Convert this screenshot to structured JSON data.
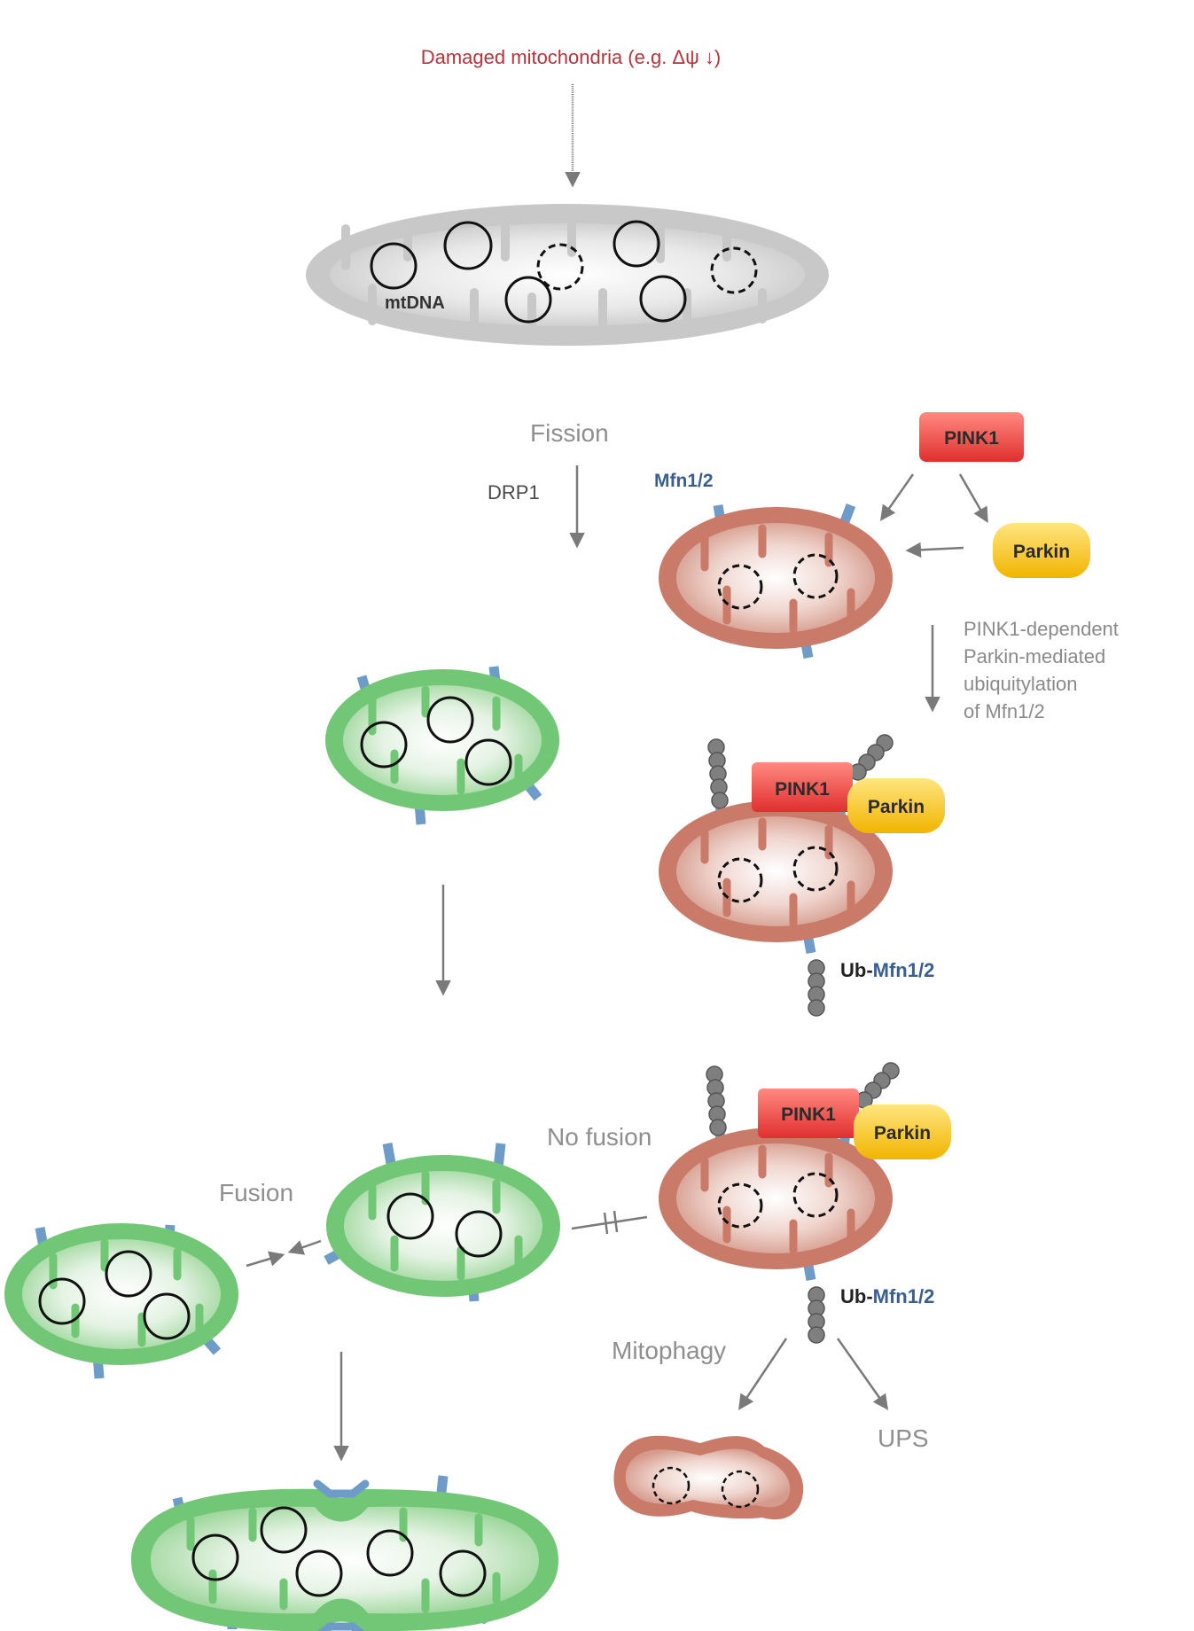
{
  "labels": {
    "damaged": "Damaged mitochondria (e.g. Δψ ↓)",
    "mtdna": "mtDNA",
    "fission": "Fission",
    "drp1": "DRP1",
    "mfn": "Mfn1/2",
    "pink1": "PINK1",
    "parkin": "Parkin",
    "ubiq_lines": [
      "PINK1-dependent",
      "Parkin-mediated",
      "ubiquitylation",
      "of Mfn1/2"
    ],
    "ub_prefix": "Ub-",
    "ub_mfn": "Mfn1/2",
    "no_fusion": "No fusion",
    "fusion": "Fusion",
    "mitophagy": "Mitophagy",
    "ups": "UPS"
  },
  "colors": {
    "healthy_green": "#72c776",
    "damaged_red": "#c97a68",
    "gray_mito": "#c8c8c8",
    "mfn_blue": "#6f9bc9",
    "pink1_red": "#e74c4c",
    "parkin_yellow": "#f5c518",
    "arrow_gray": "#7a7a7a"
  }
}
